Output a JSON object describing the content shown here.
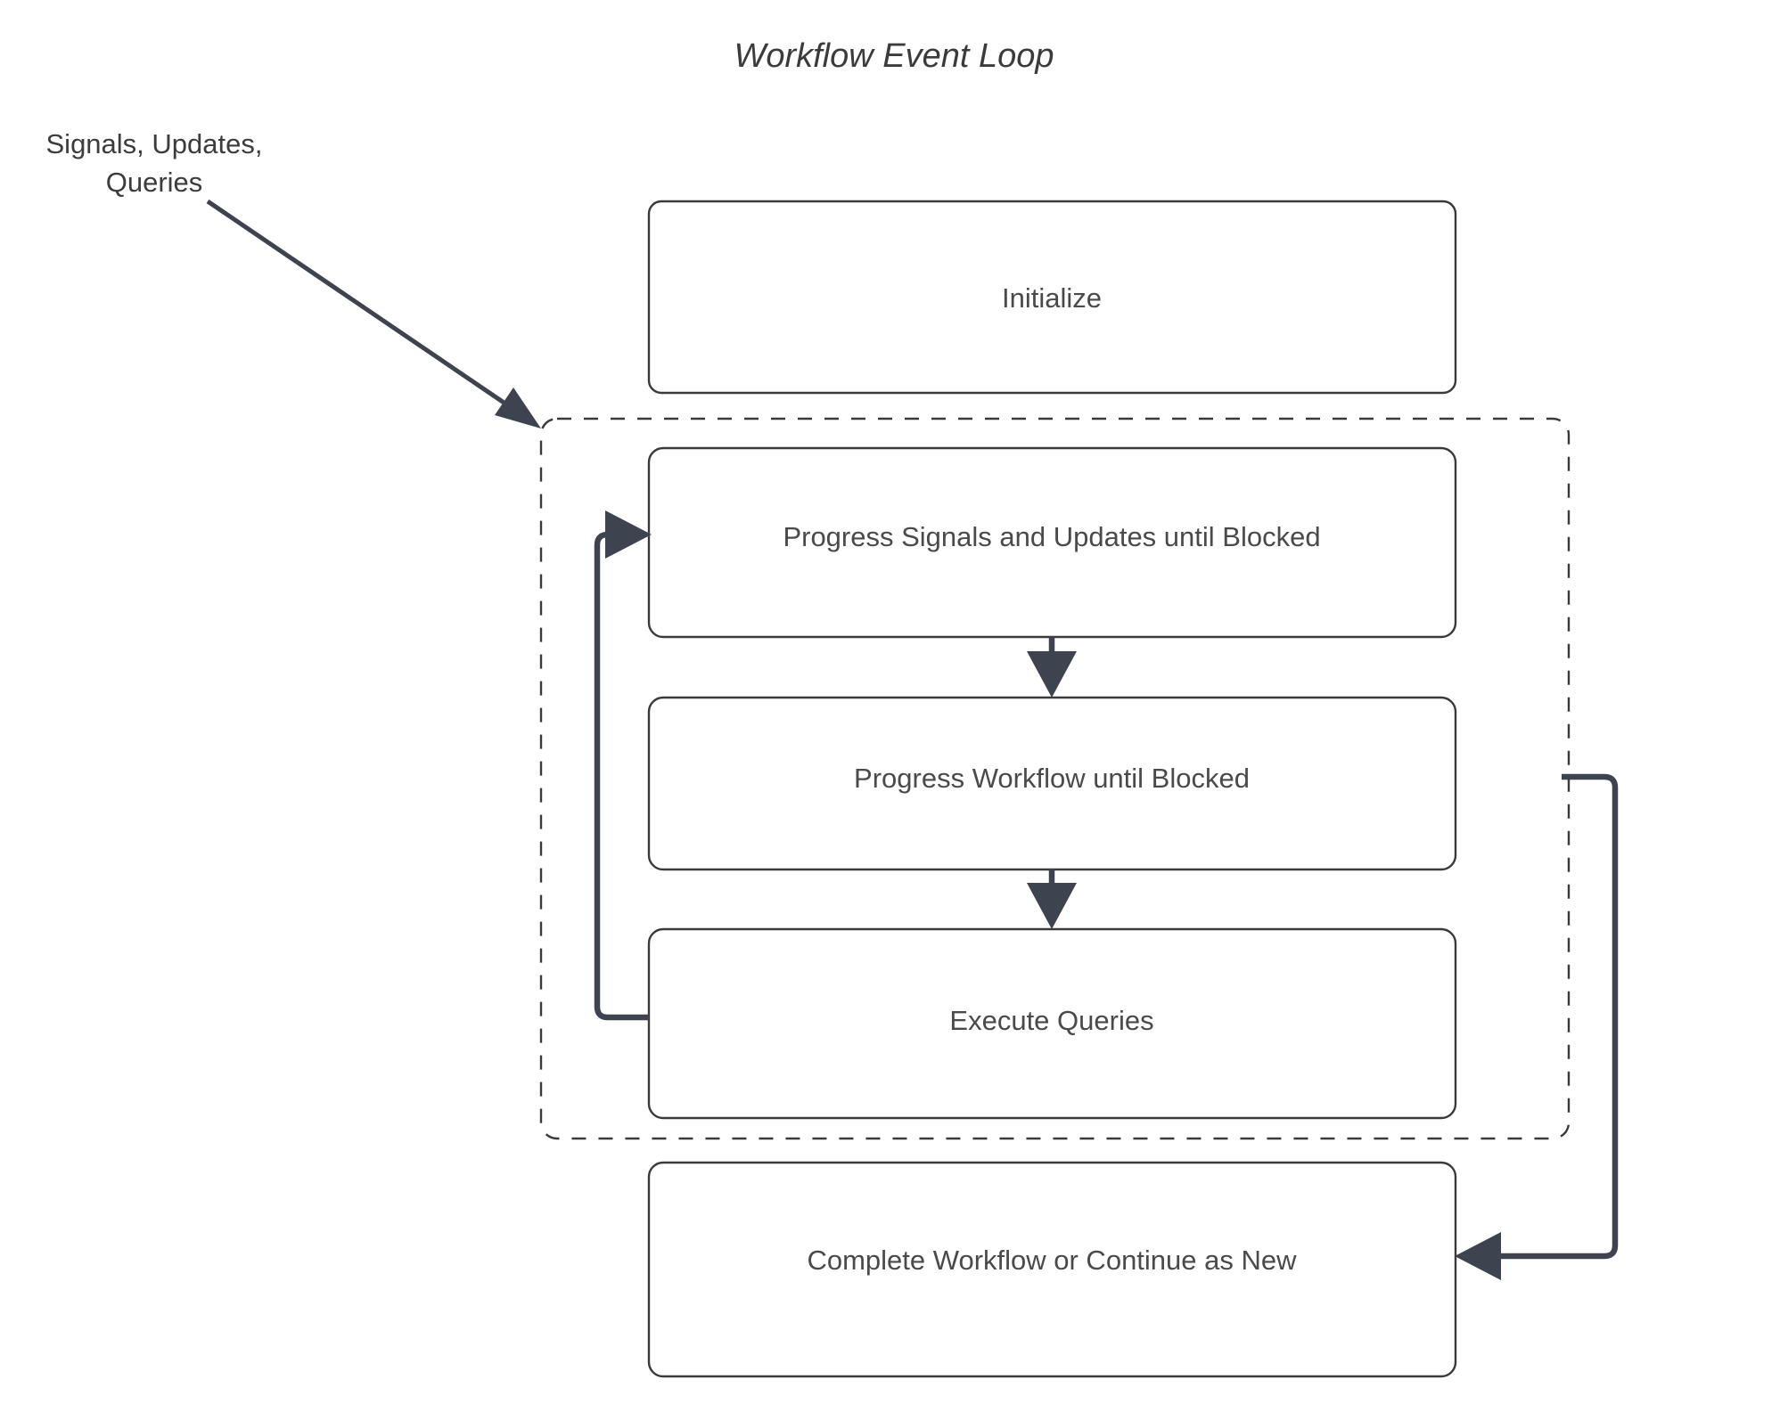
{
  "diagram": {
    "title": "Workflow Event Loop",
    "type": "flowchart",
    "background_color": "#ffffff",
    "node_border_color": "#3a3a3a",
    "node_fill_color": "#ffffff",
    "text_color": "#4a4a4a",
    "arrow_color": "#3d434f",
    "external_labels": [
      {
        "id": "inputs-label",
        "lines": [
          "Signals, Updates,",
          "Queries"
        ],
        "line1": "Signals, Updates,",
        "line2": "Queries"
      }
    ],
    "group": {
      "id": "event-loop-group",
      "label": "",
      "style": "dashed"
    },
    "nodes": [
      {
        "id": "initialize",
        "label": "Initialize"
      },
      {
        "id": "progress-signals",
        "label": "Progress Signals and Updates until Blocked"
      },
      {
        "id": "progress-workflow",
        "label": "Progress Workflow until Blocked"
      },
      {
        "id": "execute-queries",
        "label": "Execute Queries"
      },
      {
        "id": "complete-workflow",
        "label": "Complete Workflow or Continue as New"
      }
    ],
    "edges": [
      {
        "id": "inputs-to-loop",
        "from": "inputs-label",
        "to": "event-loop-group",
        "label": "",
        "style": "solid-thin-diagonal"
      },
      {
        "id": "signals-to-workflow",
        "from": "progress-signals",
        "to": "progress-workflow",
        "label": "",
        "style": "solid-down"
      },
      {
        "id": "workflow-to-queries",
        "from": "progress-workflow",
        "to": "execute-queries",
        "label": "",
        "style": "solid-down"
      },
      {
        "id": "queries-back-to-signals",
        "from": "execute-queries",
        "to": "progress-signals",
        "label": "",
        "style": "loop-left-up"
      },
      {
        "id": "loop-to-complete",
        "from": "event-loop-group",
        "to": "complete-workflow",
        "label": "",
        "style": "loop-right-down"
      }
    ]
  }
}
